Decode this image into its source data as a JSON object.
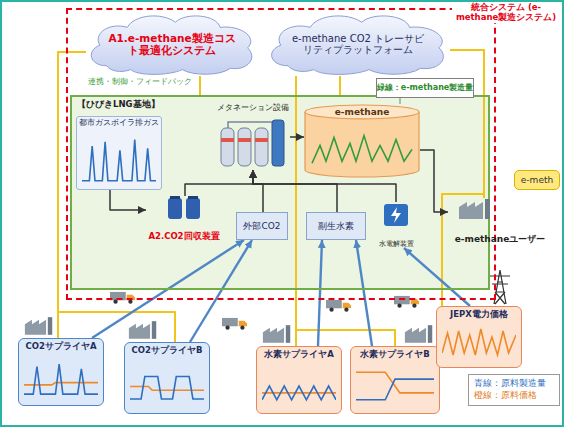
{
  "diagram": {
    "nodes": [
      {
        "text": [
          "統合システム (e-methane製造システム)"
        ]
      },
      {
        "text": [
          "A1.e-methane製造コスト最適化システム"
        ],
        "in": 0
      },
      {
        "text": [
          "e-methane CO2 トレーサビリティプラットフォーム"
        ],
        "in": 0
      },
      {
        "text": [
          "【ひびきLNG基地】"
        ],
        "in": 0
      },
      {
        "text": [
          "都市ガスボイラ排ガス"
        ],
        "in": 3
      },
      {
        "text": [
          "A2.CO2回収装置"
        ],
        "in": 3
      },
      {
        "text": [
          "メタネーション設備"
        ],
        "in": 3
      },
      {
        "text": [
          "e-methane"
        ],
        "in": 3
      },
      {
        "text": [
          "外部CO2"
        ],
        "in": 3
      },
      {
        "text": [
          "副生水素"
        ],
        "in": 3
      },
      {
        "text": [
          "水電解装置"
        ],
        "in": 3
      },
      {
        "text": [
          "e-methaneユーザー"
        ]
      },
      {
        "text": [
          "緑線：e-methane製造量"
        ],
        "in": 0
      },
      {
        "text": [
          "CO2サプライヤA"
        ]
      },
      {
        "text": [
          "CO2サプライヤB"
        ]
      },
      {
        "text": [
          "水素サプライヤA"
        ]
      },
      {
        "text": [
          "水素サプライヤB"
        ]
      },
      {
        "text": [
          "JEPX電力価格"
        ]
      },
      {
        "text": [
          "e-meth"
        ]
      }
    ],
    "edges": [
      {
        "from": 1,
        "to": 3,
        "arrow": "none"
      },
      {
        "from": 2,
        "to": 3,
        "arrow": "none"
      },
      {
        "from": 1,
        "to": 13,
        "arrow": "none"
      },
      {
        "from": 1,
        "to": 14,
        "arrow": "none"
      },
      {
        "from": 2,
        "to": 15,
        "arrow": "none"
      },
      {
        "from": 2,
        "to": 16,
        "arrow": "none"
      },
      {
        "from": 2,
        "to": 11,
        "arrow": "none"
      },
      {
        "from": 2,
        "to": 17,
        "arrow": "none"
      },
      {
        "from": 14,
        "to": 8,
        "arrow": "to"
      },
      {
        "from": 13,
        "to": 8,
        "arrow": "to"
      },
      {
        "from": 15,
        "to": 9,
        "arrow": "to"
      },
      {
        "from": 16,
        "to": 9,
        "arrow": "to"
      },
      {
        "from": 17,
        "to": 10,
        "arrow": "to"
      },
      {
        "from": 4,
        "to": 5,
        "arrow": "to"
      },
      {
        "from": 5,
        "to": 6,
        "arrow": "to"
      },
      {
        "from": 8,
        "to": 6,
        "arrow": "to"
      },
      {
        "from": 9,
        "to": 6,
        "arrow": "to"
      },
      {
        "from": 10,
        "to": 6,
        "arrow": "to"
      },
      {
        "from": 6,
        "to": 7,
        "arrow": "to"
      },
      {
        "from": 7,
        "to": 11,
        "arrow": "to"
      },
      {
        "from": 12,
        "to": 7,
        "arrow": "none"
      }
    ],
    "labels": [
      "連携・制御・フィードバック"
    ],
    "legend": [
      {
        "text": "青線：原料製造量"
      },
      {
        "text": "橙線：原料価格"
      }
    ]
  }
}
